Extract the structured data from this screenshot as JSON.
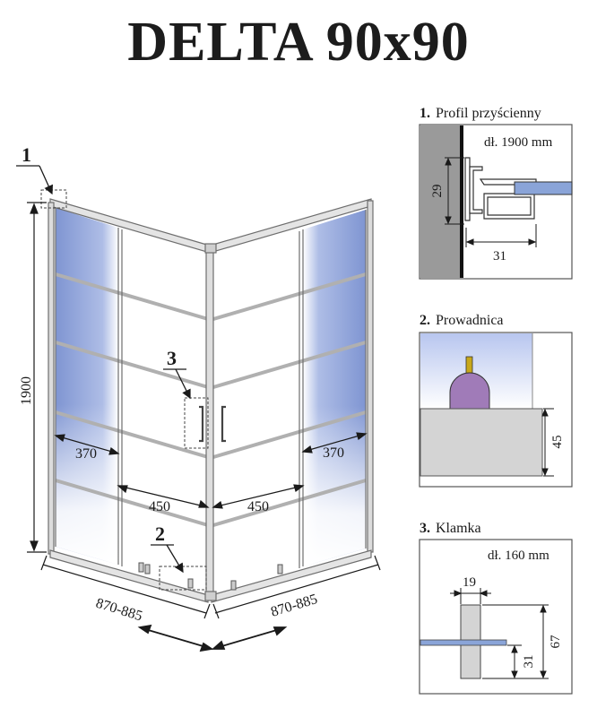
{
  "title": "DELTA 90x90",
  "main": {
    "height": "1900",
    "callout_1": "1",
    "callout_2": "2",
    "callout_3": "3",
    "fixed_left": "370",
    "fixed_right": "370",
    "door_left": "450",
    "door_right": "450",
    "base_left": "870-885",
    "base_right": "870-885"
  },
  "details": [
    {
      "number": "1.",
      "name": "Profil przyścienny",
      "length": "dł. 1900 mm",
      "dim_a": "29",
      "dim_b": "31"
    },
    {
      "number": "2.",
      "name": "Prowadnica",
      "dim_a": "45"
    },
    {
      "number": "3.",
      "name": "Klamka",
      "length": "dł. 160 mm",
      "dim_a": "19",
      "dim_b": "67",
      "dim_c": "31"
    }
  ],
  "colors": {
    "glass": "#8ea3d8",
    "frame": "#bdbdbd",
    "wall": "#9a9a9a",
    "roller": "#a07bb8"
  }
}
